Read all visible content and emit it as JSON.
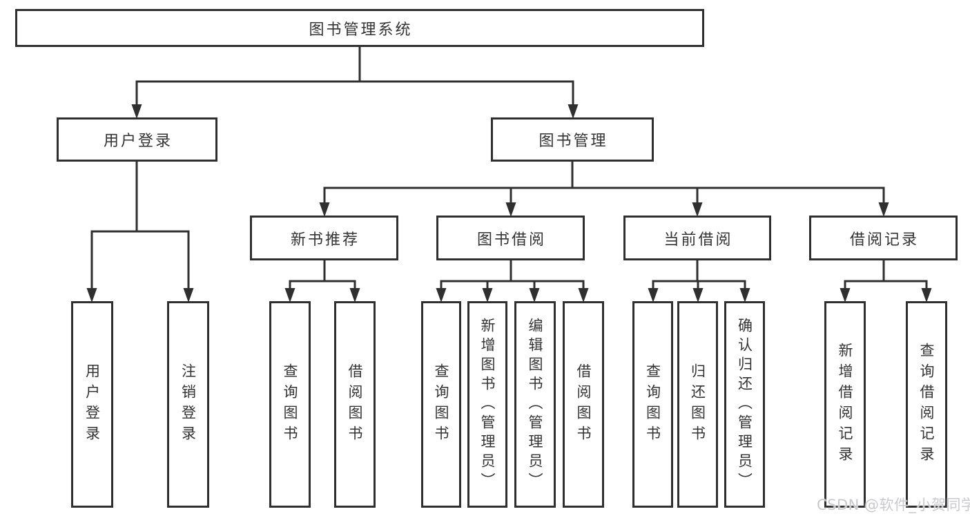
{
  "diagram_title": "图书管理系统",
  "colors": {
    "background": "#ffffff",
    "line": "#2f2f2f",
    "box_border": "#2f2f2f",
    "text": "#333333",
    "watermark": "#c9c9ce"
  },
  "nodes": {
    "root": {
      "label": "图书管理系统"
    },
    "user_login": {
      "label": "用户登录"
    },
    "book_mgmt": {
      "label": "图书管理"
    },
    "new_book_rec": {
      "label": "新书推荐"
    },
    "book_borrow": {
      "label": "图书借阅"
    },
    "current_borrow": {
      "label": "当前借阅"
    },
    "borrow_record": {
      "label": "借阅记录"
    },
    "leaf_user_login": {
      "label": "用户登录"
    },
    "leaf_logout": {
      "label": "注销登录"
    },
    "leaf_query_book_1": {
      "label": "查询图书"
    },
    "leaf_borrow_book_1": {
      "label": "借阅图书"
    },
    "leaf_query_book_2": {
      "label": "查询图书"
    },
    "leaf_add_book": {
      "label": "新增图书（管理员）"
    },
    "leaf_edit_book": {
      "label": "编辑图书（管理员）"
    },
    "leaf_borrow_book_2": {
      "label": "借阅图书"
    },
    "leaf_query_book_3": {
      "label": "查询图书"
    },
    "leaf_return_book": {
      "label": "归还图书"
    },
    "leaf_confirm_return": {
      "label": "确认归还（管理员）"
    },
    "leaf_add_record": {
      "label": "新增借阅记录"
    },
    "leaf_query_record": {
      "label": "查询借阅记录"
    }
  },
  "hierarchy": {
    "图书管理系统": {
      "用户登录": [
        "用户登录",
        "注销登录"
      ],
      "图书管理": {
        "新书推荐": [
          "查询图书",
          "借阅图书"
        ],
        "图书借阅": [
          "查询图书",
          "新增图书（管理员）",
          "编辑图书（管理员）",
          "借阅图书"
        ],
        "当前借阅": [
          "查询图书",
          "归还图书",
          "确认归还（管理员）"
        ],
        "借阅记录": [
          "新增借阅记录",
          "查询借阅记录"
        ]
      }
    }
  },
  "watermark": {
    "text": "CSDN @软件_小贺同学"
  }
}
